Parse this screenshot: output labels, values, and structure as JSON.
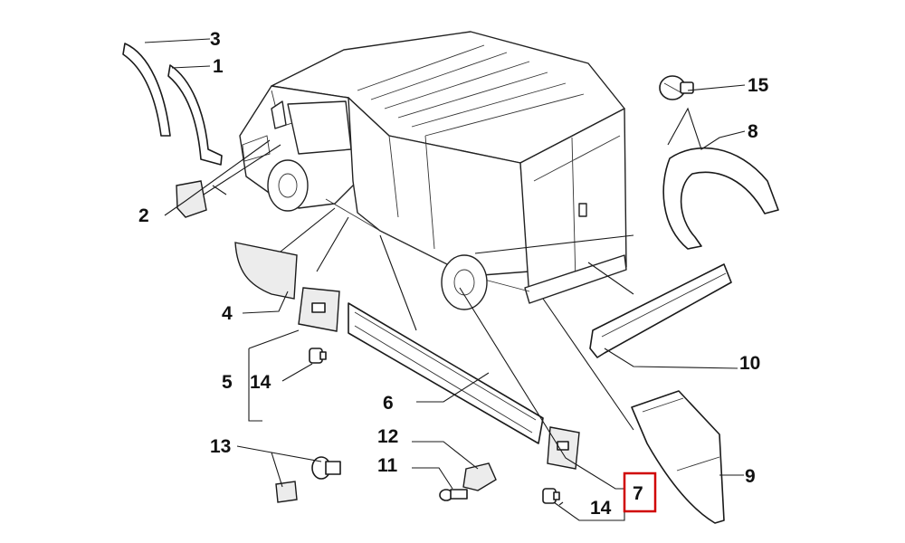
{
  "diagram": {
    "highlight_color": "#d00000",
    "callouts": [
      {
        "id": "c3",
        "label": "3"
      },
      {
        "id": "c1",
        "label": "1"
      },
      {
        "id": "c2",
        "label": "2"
      },
      {
        "id": "c15",
        "label": "15"
      },
      {
        "id": "c8",
        "label": "8"
      },
      {
        "id": "c4",
        "label": "4"
      },
      {
        "id": "c5",
        "label": "5"
      },
      {
        "id": "c14a",
        "label": "14"
      },
      {
        "id": "c10",
        "label": "10"
      },
      {
        "id": "c6",
        "label": "6"
      },
      {
        "id": "c13",
        "label": "13"
      },
      {
        "id": "c12",
        "label": "12"
      },
      {
        "id": "c11",
        "label": "11"
      },
      {
        "id": "c9",
        "label": "9"
      },
      {
        "id": "c7",
        "label": "7"
      },
      {
        "id": "c14b",
        "label": "14"
      }
    ]
  }
}
